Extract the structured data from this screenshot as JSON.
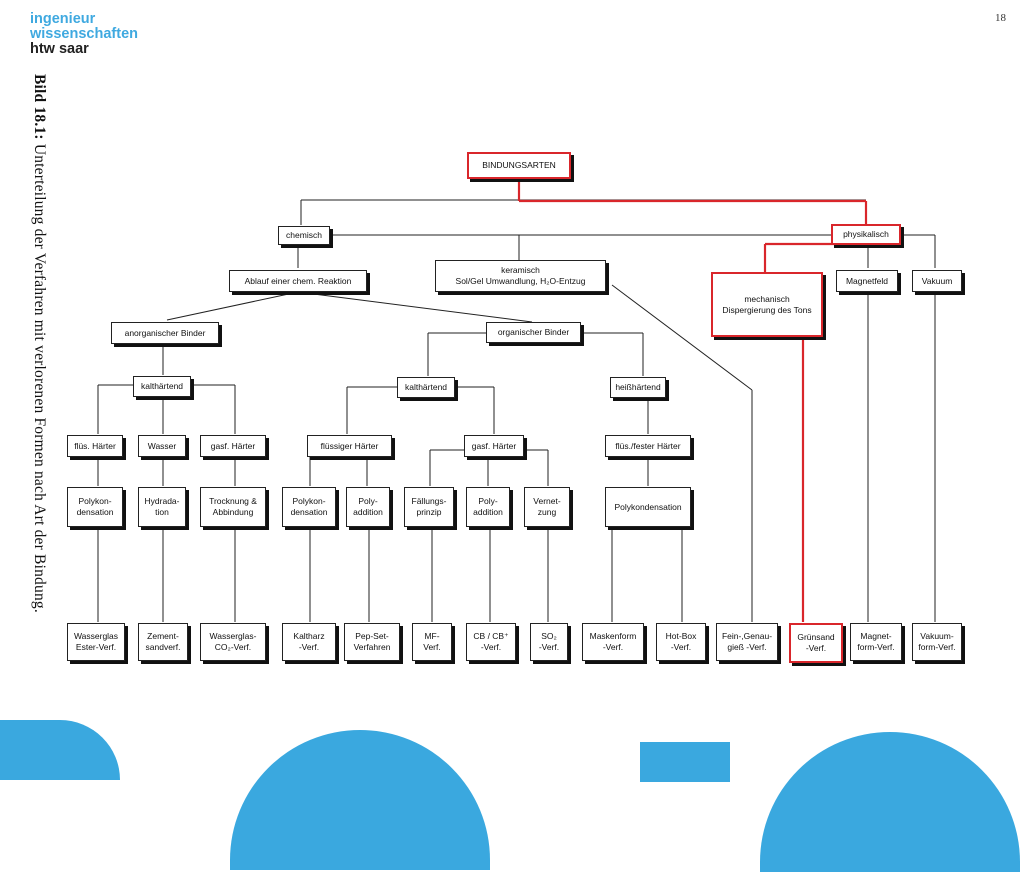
{
  "logo": {
    "line1": "ingenieur",
    "line2": "wissenschaften",
    "line3": "htw saar"
  },
  "page_number": "18",
  "figure_title": {
    "label": "Bild 18.1:",
    "text": "Unterteilung der Verfahren mit verlorenen Formen nach Art der Bindung."
  },
  "colors": {
    "accent_red": "#d9262b",
    "brand_blue": "#3aa8df",
    "line": "#222222"
  },
  "nodes": {
    "root": "BINDUNGSARTEN",
    "chemisch": "chemisch",
    "physikalisch": "physikalisch",
    "ablauf": "Ablauf einer chem. Reaktion",
    "keramisch": "keramisch\nSol/Gel Umwandlung, H₂O-Entzug",
    "mechanisch": "mechanisch\nDispergierung des Tons",
    "magnetfeld": "Magnetfeld",
    "vakuum": "Vakuum",
    "anorg": "anorganischer Binder",
    "org": "organischer Binder",
    "kalt1": "kalthärtend",
    "kalt2": "kalthärtend",
    "heiss": "heißhärtend",
    "flues_haerter": "flüs. Härter",
    "wasser": "Wasser",
    "gasf_haerter1": "gasf. Härter",
    "fluessiger_haerter": "flüssiger Härter",
    "gasf_haerter2": "gasf. Härter",
    "flues_fester": "flüs./fester Härter",
    "polykon1": "Polykon-\ndensation",
    "hydratation": "Hydrada-\ntion",
    "trocknung": "Trocknung &\nAbbindung",
    "polykon2": "Polykon-\ndensation",
    "polyaddition1": "Poly-\naddition",
    "faellung": "Fällungs-\nprinzip",
    "polyaddition2": "Poly-\naddition",
    "vernetzung": "Vernet-\nzung",
    "polykondensation": "Polykondensation",
    "wasserglas_ester": "Wasserglas\nEster-Verf.",
    "zement": "Zement-\nsandverf.",
    "wasserglas_co2": "Wasserglas-\nCO₂-Verf.",
    "kaltharz": "Kaltharz\n-Verf.",
    "pepset": "Pep-Set-\nVerfahren",
    "mf": "MF-\nVerf.",
    "cb": "CB / CB⁺\n-Verf.",
    "so2": "SO₂\n-Verf.",
    "maskenform": "Maskenform\n-Verf.",
    "hotbox": "Hot-Box\n-Verf.",
    "feinguss": "Fein-,Genau-\ngieß -Verf.",
    "gruensand": "Grünsand\n-Verf.",
    "magnetform": "Magnet-\nform-Verf.",
    "vakuumform": "Vakuum-\nform-Verf."
  }
}
